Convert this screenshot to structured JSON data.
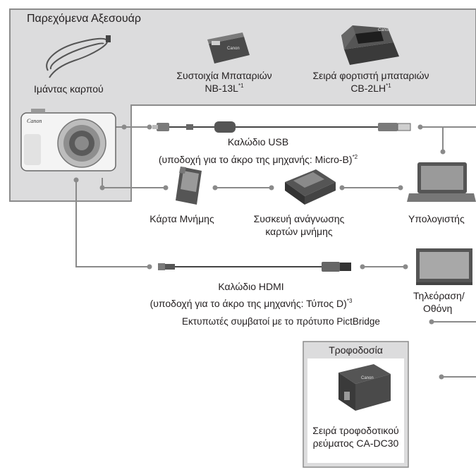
{
  "supplied_title": "Παρεχόμενα Αξεσουάρ",
  "items": {
    "strap": "Ιμάντας καρπού",
    "battery_line1": "Συστοιχία Μπαταριών",
    "battery_line2": "NB-13L",
    "battery_note": "*1",
    "charger_line1": "Σειρά φορτιστή μπαταριών",
    "charger_line2": "CB-2LH",
    "charger_note": "*1",
    "usb_line1": "Καλώδιο USB",
    "usb_line2": "(υποδοχή για το άκρο της μηχανής: Micro-B)",
    "usb_note": "*2",
    "memory_card": "Κάρτα Μνήμης",
    "card_reader_line1": "Συσκευή ανάγνωσης",
    "card_reader_line2": "καρτών μνήμης",
    "computer": "Υπολογιστής",
    "hdmi_line1": "Καλώδιο HDMI",
    "hdmi_line2": "(υποδοχή για το άκρο της μηχανής: Τύπος D)",
    "hdmi_note": "*3",
    "tv_line1": "Τηλεόραση/",
    "tv_line2": "Οθόνη",
    "printer": "Εκτυπωτές συμβατοί με το πρότυπο PictBridge",
    "power_title": "Τροφοδοσία",
    "adapter_line1": "Σειρά τροφοδοτικού",
    "adapter_line2": "ρεύματος CA-DC30"
  },
  "brand_marks": {
    "camera": "Canon",
    "battery": "Canon",
    "charger": "Canon",
    "adapter": "Canon"
  },
  "colors": {
    "panel": "#dcdcdd",
    "panel_border": "#8c8c8c",
    "line": "#8a8a8a"
  }
}
